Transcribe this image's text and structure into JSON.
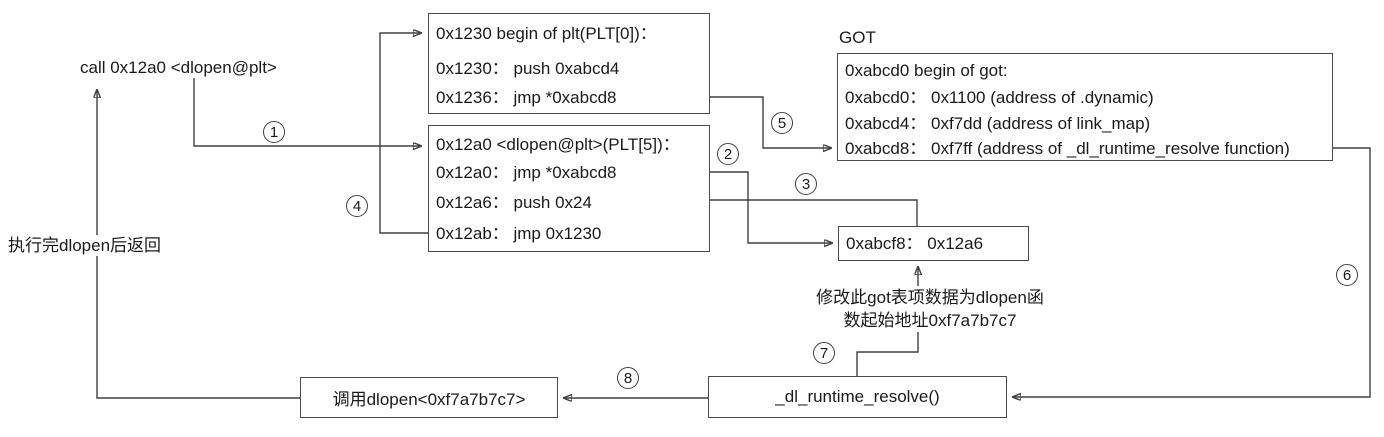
{
  "colors": {
    "background": "#ffffff",
    "line": "#404040",
    "text": "#1a1a1a"
  },
  "call_label": "call 0x12a0 <dlopen@plt>",
  "return_label": "执行完dlopen后返回",
  "got_title": "GOT",
  "plt0": {
    "rows": [
      "0x1230 begin of plt(PLT[0])：",
      "0x1230：  push 0xabcd4",
      "0x1236：  jmp *0xabcd8"
    ]
  },
  "plt5": {
    "rows": [
      "0x12a0 <dlopen@plt>(PLT[5])：",
      "0x12a0：  jmp *0xabcd8",
      "0x12a6：  push 0x24",
      "0x12ab：  jmp 0x1230"
    ]
  },
  "got": {
    "rows": [
      "0xabcd0 begin of got:",
      "0xabcd0：  0x1100 (address of .dynamic)",
      "0xabcd4：  0xf7dd (address of link_map)",
      "0xabcd8：  0xf7ff (address of _dl_runtime_resolve function)"
    ]
  },
  "got_entry": "0xabcf8：  0x12a6",
  "annotation": {
    "line1": "修改此got表项数据为dlopen函",
    "line2": "数起始地址0xf7a7b7c7"
  },
  "call_dlopen_label": "调用dlopen<0xf7a7b7c7>",
  "resolver_label": "_dl_runtime_resolve()",
  "steps": [
    "1",
    "2",
    "3",
    "4",
    "5",
    "6",
    "7",
    "8"
  ]
}
